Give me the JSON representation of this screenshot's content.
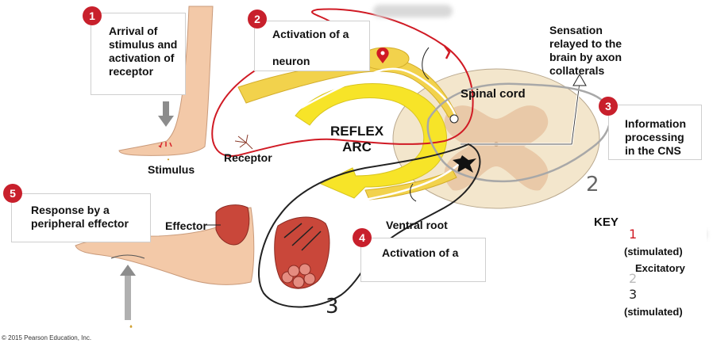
{
  "steps": [
    {
      "number": "1",
      "text": "Arrival of\nstimulus and\nactivation of\nreceptor"
    },
    {
      "number": "2",
      "text": "Activation of a\n\nneuron"
    },
    {
      "number": "3",
      "text": "Information\nprocessing\nin the CNS"
    },
    {
      "number": "4",
      "text": "Activation of a"
    },
    {
      "number": "5",
      "text": "Response by a\nperipheral effector"
    }
  ],
  "labels": {
    "sensation": "Sensation\nrelayed to the\nbrain by axon\ncollaterals",
    "spinal_cord": "Spinal cord",
    "reflex_arc": "REFLEX\nARC",
    "receptor": "Receptor",
    "stimulus": "Stimulus",
    "effector": "Effector",
    "ventral_root": "Ventral root"
  },
  "key": {
    "title": "KEY",
    "items": [
      {
        "mark": "1",
        "text": "(stimulated)",
        "color": "#d01a24"
      },
      {
        "mark": "",
        "text": "Excitatory",
        "color": "#ffffff"
      },
      {
        "mark": "2",
        "text": "",
        "color": "#c8c8c8"
      },
      {
        "mark": "3",
        "text": "(stimulated)",
        "color": "#555555"
      }
    ]
  },
  "annotations": {
    "two": "2",
    "three": "3"
  },
  "copyright": "© 2015 Pearson Education, Inc.",
  "colors": {
    "accent": "#c8202c",
    "nerve_yellow": "#f2d24c",
    "arrow_yellow": "#f7e428",
    "cord": "#f3e6cc",
    "grey_matter": "#e9c9a8"
  }
}
